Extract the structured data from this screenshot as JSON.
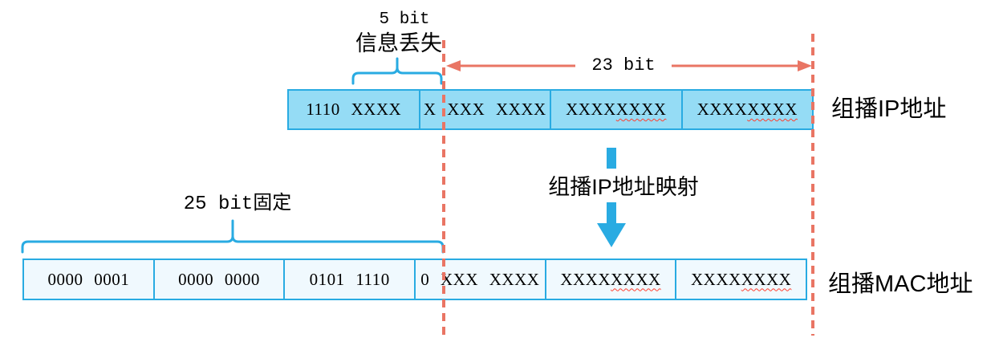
{
  "colors": {
    "blue": "#29ABE2",
    "bar-top-fill": "#95DCF5",
    "bar-bottom-fill": "#F0F9FE",
    "red": "#E97564",
    "squiggle-red": "#FF4030"
  },
  "annotations": {
    "five_bit": "5 bit",
    "info_loss": "信息丢失",
    "bits23": "23 bit",
    "bits25_fixed": "25 bit固定",
    "mapping": "组播IP地址映射"
  },
  "ip_bar": {
    "label": "组播IP地址",
    "cells": [
      {
        "plain": "1110 XXXX",
        "squiggle": ""
      },
      {
        "plain": "X XXX XXXX",
        "squiggle": ""
      },
      {
        "plain": "XXXX ",
        "squiggle": "XXXX"
      },
      {
        "plain": "XXXX ",
        "squiggle": "XXXX"
      }
    ]
  },
  "mac_bar": {
    "label": "组播MAC地址",
    "cells": [
      {
        "plain": "0000 0001",
        "squiggle": ""
      },
      {
        "plain": "0000 0000",
        "squiggle": ""
      },
      {
        "plain": "0101 1110",
        "squiggle": ""
      },
      {
        "plain": "0 XXX XXXX",
        "squiggle": ""
      },
      {
        "plain": "XXXX ",
        "squiggle": "XXXX"
      },
      {
        "plain": "XXXX ",
        "squiggle": "XXXX"
      }
    ]
  }
}
